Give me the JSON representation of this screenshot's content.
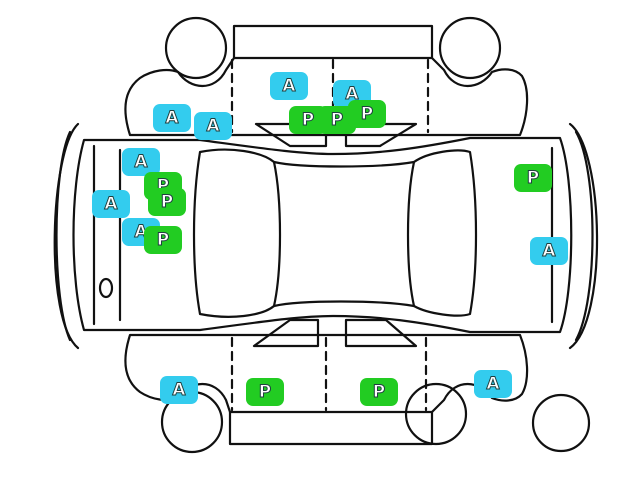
{
  "colors": {
    "outline": "#111111",
    "badge_a": "#33ccee",
    "badge_p": "#22cc22"
  },
  "badges": [
    {
      "code": "A",
      "label": "A"
    },
    {
      "code": "A",
      "label": "A"
    },
    {
      "code": "A",
      "label": "A"
    },
    {
      "code": "A",
      "label": "A"
    },
    {
      "code": "P",
      "label": "P"
    },
    {
      "code": "P",
      "label": "P"
    },
    {
      "code": "P",
      "label": "P"
    },
    {
      "code": "A",
      "label": "A"
    },
    {
      "code": "P",
      "label": "P"
    },
    {
      "code": "A",
      "label": "A"
    },
    {
      "code": "P",
      "label": "P"
    },
    {
      "code": "A",
      "label": "A"
    },
    {
      "code": "P",
      "label": "P"
    },
    {
      "code": "P",
      "label": "P"
    },
    {
      "code": "A",
      "label": "A"
    },
    {
      "code": "A",
      "label": "A"
    },
    {
      "code": "P",
      "label": "P"
    },
    {
      "code": "P",
      "label": "P"
    },
    {
      "code": "A",
      "label": "A"
    }
  ]
}
